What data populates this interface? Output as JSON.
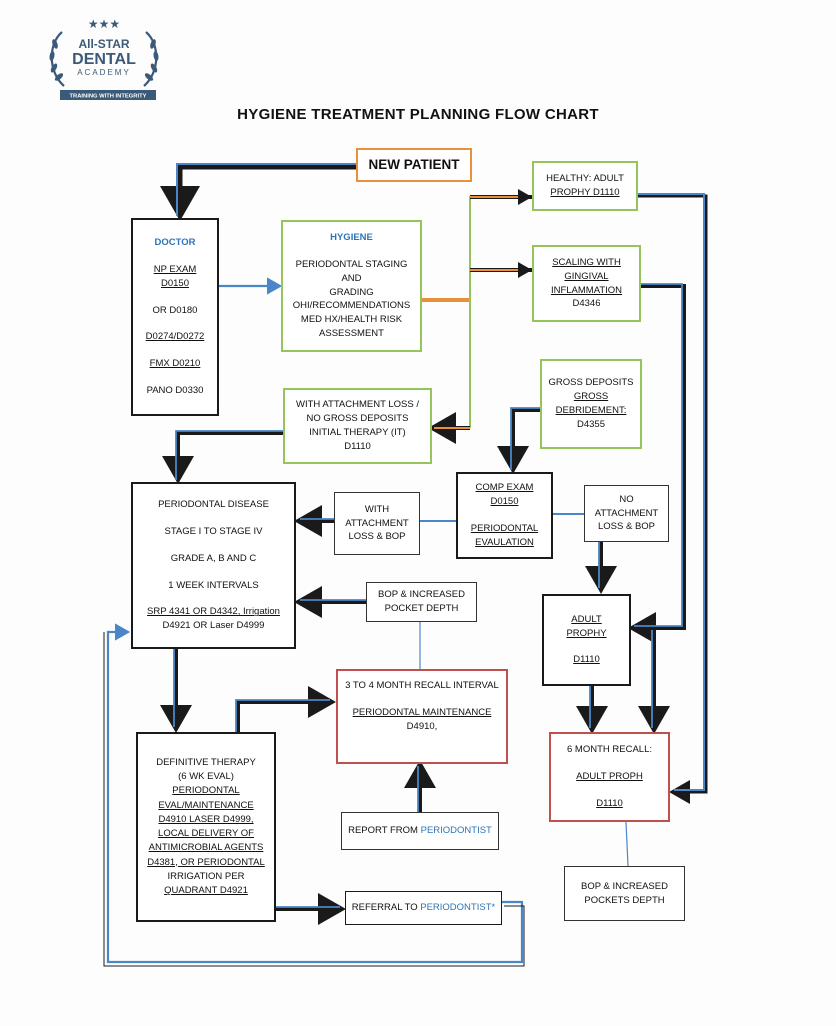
{
  "logo": {
    "stars": "★★★",
    "line1": "All-STAR",
    "line2": "DENTAL",
    "line3": "ACADEMY",
    "tagline": "TRAINING WITH INTEGRITY"
  },
  "title": "HYGIENE TREATMENT PLANNING FLOW CHART",
  "nodes": {
    "new_patient": "NEW PATIENT",
    "doctor": {
      "heading": "DOCTOR",
      "np_exam": "NP EXAM",
      "d0150": "D0150",
      "or_d0180": "OR D0180",
      "d0274": "D0274/D0272",
      "fmx": "FMX D0210",
      "pano": "PANO D0330"
    },
    "hygiene": {
      "heading": "HYGIENE",
      "l1": "PERIODONTAL STAGING",
      "l2": "AND",
      "l3": "GRADING",
      "l4": "OHI/RECOMMENDATIONS",
      "l5": "MED HX/HEALTH RISK",
      "l6": "ASSESSMENT"
    },
    "healthy": {
      "l1": "HEALTHY: ADULT",
      "l2": "PROPHY D1110"
    },
    "scaling": {
      "l1": "SCALING WITH",
      "l2": "GINGIVAL",
      "l3": "INFLAMMATION",
      "l4": "D4346"
    },
    "gross": {
      "l1": "GROSS DEPOSITS",
      "l2": "GROSS",
      "l3": "DEBRIDEMENT:",
      "l4": "D4355"
    },
    "attach": {
      "l1": "WITH ATTACHMENT LOSS /",
      "l2": "NO GROSS DEPOSITS",
      "l3": "INITIAL THERAPY (IT)",
      "l4": "D1110"
    },
    "perio_disease": {
      "l1": "PERIODONTAL DISEASE",
      "l2": "STAGE I TO STAGE IV",
      "l3": "GRADE A, B AND C",
      "l4": "1 WEEK INTERVALS",
      "l5": "SRP 4341 OR D4342, Irrigation",
      "l6": "D4921 OR Laser D4999"
    },
    "with_attach": {
      "l1": "WITH",
      "l2": "ATTACHMENT",
      "l3": "LOSS & BOP"
    },
    "comp_exam": {
      "l1": "COMP EXAM",
      "l2": "D0150",
      "l3": "PERIODONTAL",
      "l4": "EVAULATION"
    },
    "no_attach": {
      "l1": "NO",
      "l2": "ATTACHMENT",
      "l3": "LOSS & BOP"
    },
    "bop_pocket": {
      "l1": "BOP & INCREASED",
      "l2": "POCKET DEPTH"
    },
    "adult_prophy": {
      "l1": "ADULT",
      "l2": "PROPHY",
      "l3": "D1110"
    },
    "recall_3_4": {
      "l1": "3 TO 4 MONTH RECALL INTERVAL",
      "l2": "PERIODONTAL MAINTENANCE",
      "l3": "D4910,"
    },
    "recall_6": {
      "l1": "6 MONTH RECALL:",
      "l2": "ADULT PROPH",
      "l3": "D1110"
    },
    "definitive": {
      "l1": "DEFINITIVE THERAPY",
      "l2": "(6 WK EVAL)",
      "l3": "PERIODONTAL",
      "l4": "EVAL/MAINTENANCE",
      "l5": "D4910 LASER D4999,",
      "l6": "LOCAL DELIVERY OF",
      "l7": "ANTIMICROBIAL AGENTS",
      "l8": "D4381, OR PERIODONTAL",
      "l9": "IRRIGATION PER",
      "l10": "QUADRANT D4921"
    },
    "report": {
      "prefix": "REPORT FROM ",
      "name": "PERIODONTIST"
    },
    "referral": {
      "prefix": "REFERRAL TO ",
      "name": "PERIODONTIST*"
    },
    "bop_pockets": {
      "l1": "BOP & INCREASED",
      "l2": "POCKETS DEPTH"
    }
  },
  "colors": {
    "blue_line": "#4a86c8",
    "black_line": "#1a1a1a",
    "orange": "#e8913a",
    "green": "#96c45a",
    "red": "#c0504d",
    "accent_text": "#2e74b5"
  }
}
